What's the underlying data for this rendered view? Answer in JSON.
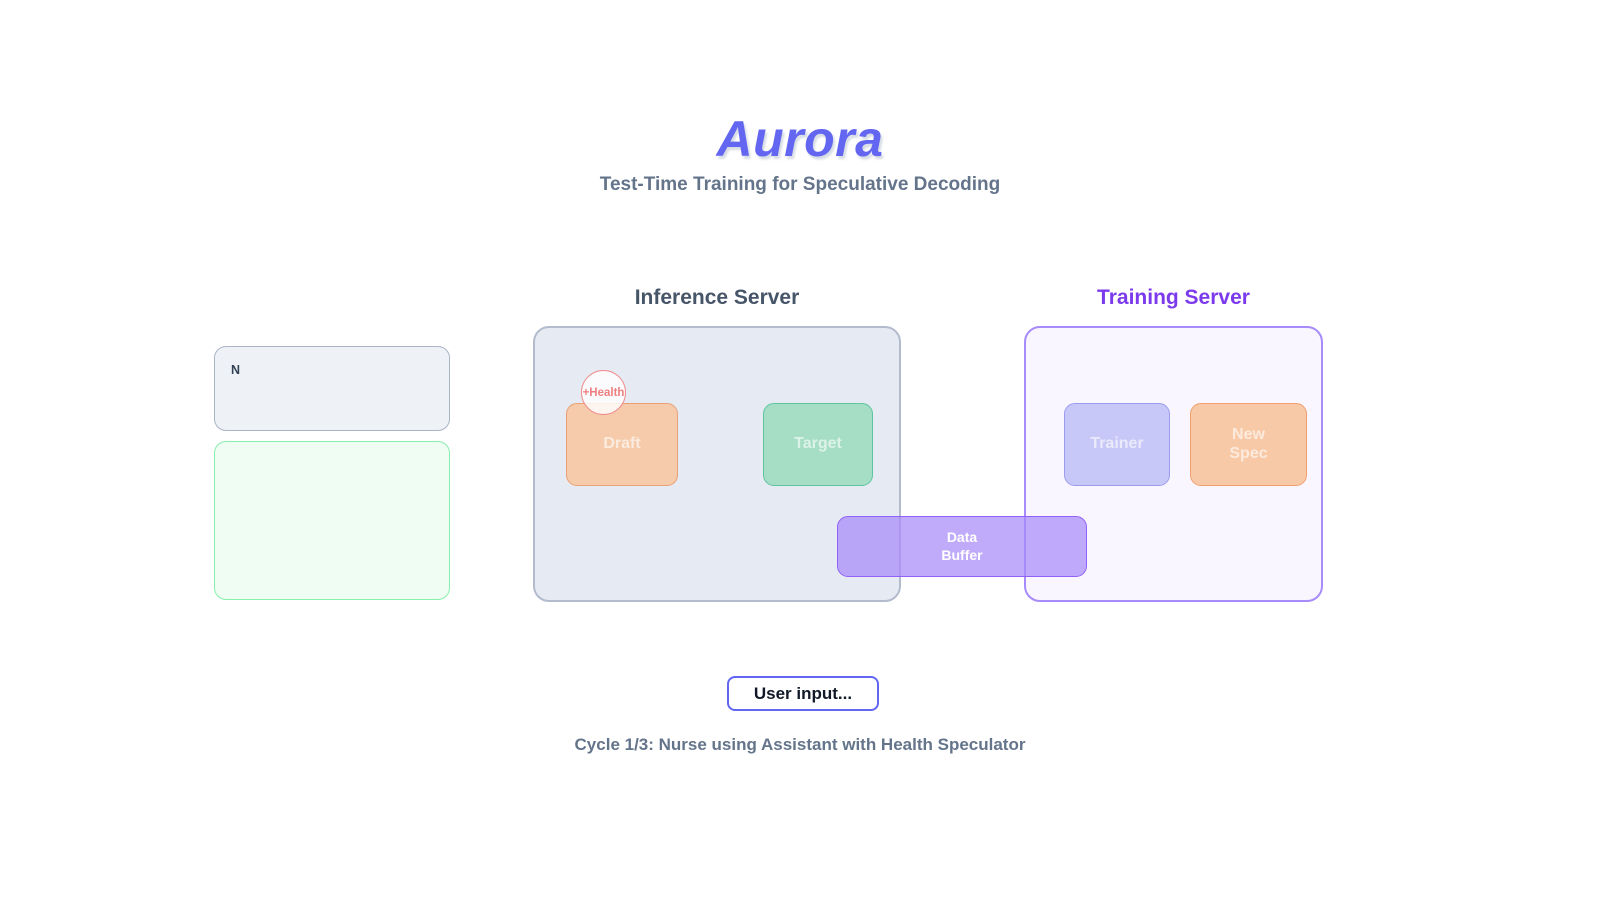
{
  "header": {
    "app_title": "Aurora",
    "subtitle": "Test-Time Training for Speculative Decoding",
    "title_color": "#6366f1",
    "subtitle_color": "#64748b"
  },
  "columns": {
    "inference": {
      "heading": "Inference Server",
      "color": "#475569"
    },
    "training": {
      "heading": "Training Server",
      "color": "#7c3aed"
    }
  },
  "side_panels": {
    "tokens_panel": {
      "text": "N",
      "background": "#eef2f7",
      "border": "#a9b4c6"
    },
    "output_panel": {
      "text": "",
      "background": "#effdf3",
      "border": "#86efac"
    }
  },
  "inference_server": {
    "background": "#e6eaf2",
    "border": "#b3bccd",
    "blocks": [
      {
        "label": "Draft",
        "background": "#f5cbab",
        "border": "#e8a074"
      },
      {
        "label": "Target",
        "background": "#a5dec5",
        "border": "#5fc4a0"
      }
    ],
    "health_badge": {
      "label": "+Health",
      "color": "#ef7f7f",
      "border": "#f08a8a"
    }
  },
  "training_server": {
    "background": "#faf6ff",
    "border": "#a78bfa",
    "blocks": [
      {
        "label": "Trainer",
        "background": "#c7c8f7",
        "border": "#9b9cf0"
      },
      {
        "label": "New\nSpec",
        "background": "#f8c9a7",
        "border": "#ef9f6f"
      }
    ]
  },
  "data_buffer": {
    "label": "Data\nBuffer",
    "background": "#a78bfa",
    "border": "#9061f9",
    "text_color": "#ffffff"
  },
  "user_input": {
    "label": "User input...",
    "border": "#6366f1"
  },
  "status": {
    "caption": "Cycle 1/3: Nurse using Assistant with Health Speculator"
  }
}
